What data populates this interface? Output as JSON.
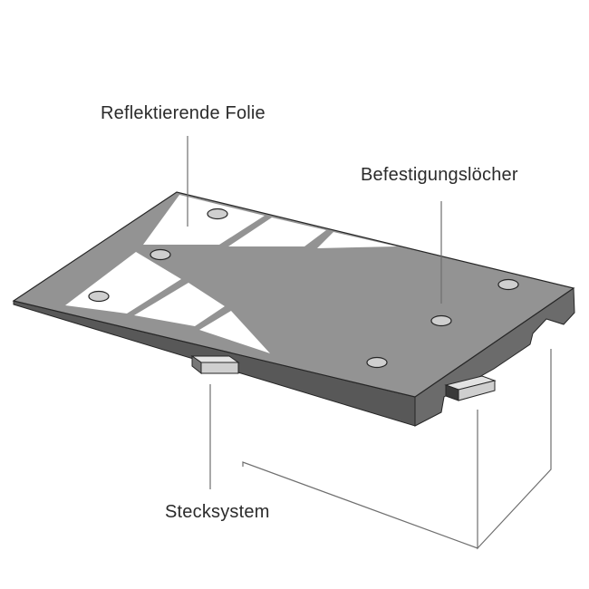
{
  "labels": {
    "reflective_foil": "Reflektierende Folie",
    "mounting_holes": "Befestigungslöcher",
    "plug_system": "Stecksystem"
  },
  "colors": {
    "plate_top": "#939393",
    "plate_front": "#5b5b5b",
    "plate_side": "#6e6e6e",
    "foil": "#ffffff",
    "outline": "#262626",
    "leader_line": "#6f6f6f",
    "connector_front": "#cfcfcf",
    "connector_dark": "#3a3a3a"
  }
}
